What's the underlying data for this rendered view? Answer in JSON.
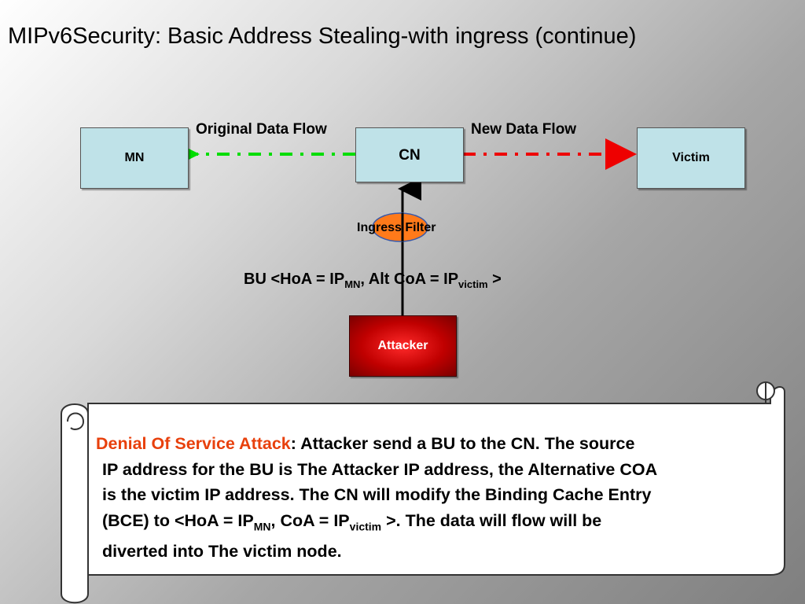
{
  "title": "MIPv6Security: Basic Address Stealing-with ingress (continue)",
  "nodes": {
    "mn": "MN",
    "cn": "CN",
    "victim": "Victim",
    "attacker": "Attacker"
  },
  "flows": {
    "original": "Original Data Flow",
    "new": "New Data Flow"
  },
  "ingress_filter": "Ingress Filter",
  "binding_update": {
    "prefix": "BU <HoA = IP",
    "sub1": "MN",
    "middle": ", Alt CoA = IP",
    "sub2": "victim",
    "suffix": " >"
  },
  "note": {
    "highlight": "Denial Of Service Attack",
    "line1_rest": ": Attacker send a BU to the CN. The source",
    "line2": "IP address for the BU is The Attacker IP address, the Alternative COA",
    "line3": "is the victim IP address. The CN will modify the  Binding Cache Entry",
    "line4_a": "(BCE) to <HoA = IP",
    "line4_sub1": "MN",
    "line4_b": ", CoA = IP",
    "line4_sub2": "victim",
    "line4_c": " >. The data will flow will be",
    "line5": "diverted into The victim node."
  },
  "colors": {
    "original_flow": "#00dd00",
    "new_flow": "#ee0000",
    "ingress_filter": "#ff7a1a",
    "node_fill": "#bfe2e8",
    "attacker_fill": "#c00000",
    "highlight_text": "#e8400c"
  }
}
